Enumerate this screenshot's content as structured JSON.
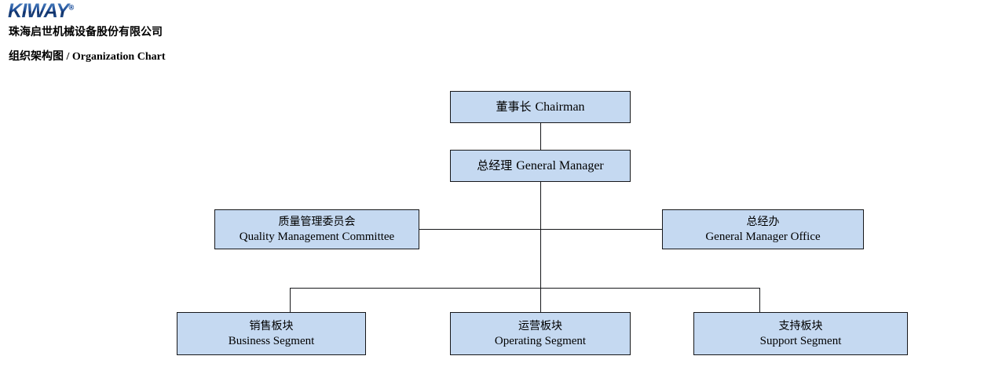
{
  "header": {
    "logo_text": "KIWAY",
    "logo_mark": "®",
    "logo_color": "#1c4f9c",
    "company_name": "珠海启世机械设备股份有限公司",
    "title_cn": "组织架构图",
    "title_sep": " / ",
    "title_en": "Organization Chart"
  },
  "chart": {
    "node_fill": "#c5d9f1",
    "node_border": "#16171a",
    "nodes": {
      "chairman": {
        "cn": "董事长",
        "en": "Chairman"
      },
      "general_manager": {
        "cn": "总经理",
        "en": "General Manager"
      },
      "quality_committee": {
        "cn": "质量管理委员会",
        "en": "Quality Management Committee"
      },
      "gm_office": {
        "cn": "总经办",
        "en": "General Manager Office"
      },
      "business_segment": {
        "cn": "销售板块",
        "en": "Business Segment"
      },
      "operating_segment": {
        "cn": "运营板块",
        "en": "Operating Segment"
      },
      "support_segment": {
        "cn": "支持板块",
        "en": "Support Segment"
      }
    }
  }
}
